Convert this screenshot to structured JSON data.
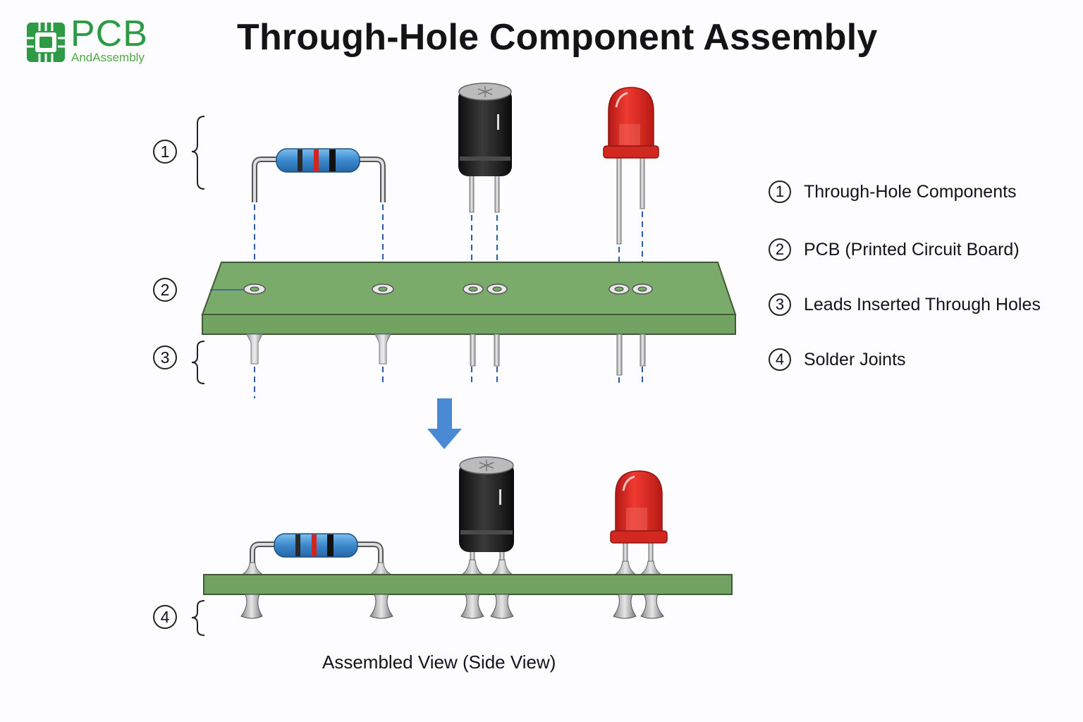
{
  "logo": {
    "text": "PCB",
    "subtext": "AndAssembly"
  },
  "title": "Through-Hole Component Assembly",
  "markers": [
    "1",
    "2",
    "3",
    "4"
  ],
  "legend": [
    {
      "number": "1",
      "text": "Through-Hole Components"
    },
    {
      "number": "2",
      "text": "PCB (Printed Circuit Board)"
    },
    {
      "number": "3",
      "text": "Leads Inserted Through Holes"
    },
    {
      "number": "4",
      "text": "Solder Joints"
    }
  ],
  "caption": "Assembled View (Side View)",
  "colors": {
    "logo_green": "#2f9a45",
    "pcb_green": "#7aab6a",
    "pcb_edge": "#3f5a34",
    "resistor_blue": "#3b88cc",
    "capacitor_black": "#1e1e1e",
    "led_red": "#d8261f",
    "arrow_blue": "#4a8ad4",
    "guide_blue": "#2b5aa8",
    "lead_silver": "#c8c8c8"
  },
  "icons": [
    "pcb-chip-logo-icon",
    "down-arrow-icon"
  ]
}
